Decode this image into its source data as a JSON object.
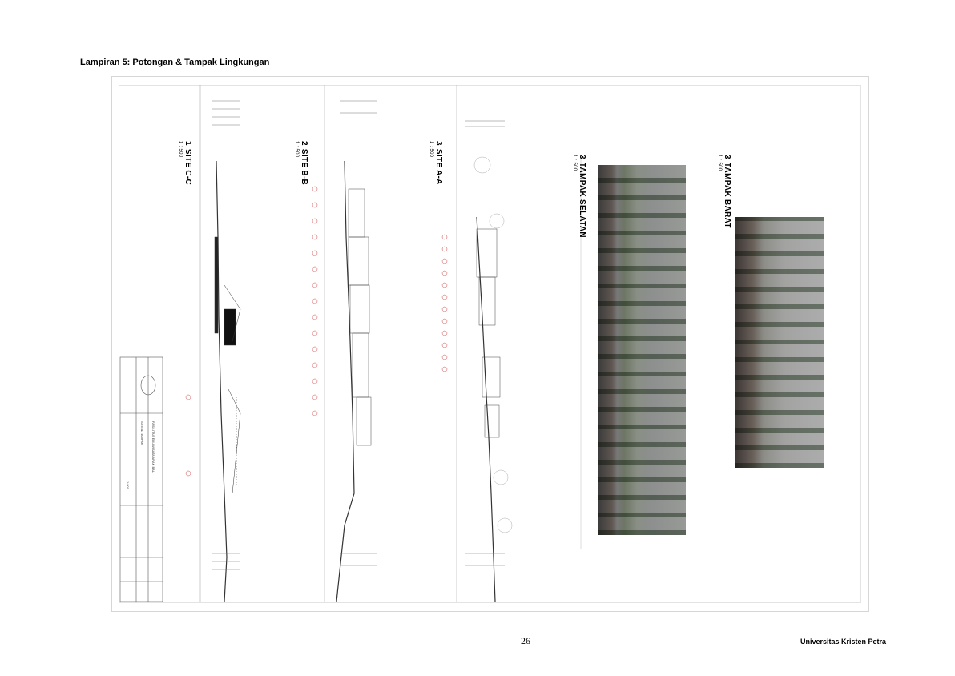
{
  "document": {
    "caption": "Lampiran 5: Potongan & Tampak Lingkungan",
    "page_number": "26",
    "institution": "Universitas Kristen Petra"
  },
  "drawing": {
    "views": [
      {
        "number": "1",
        "title": "SITE C-C",
        "scale": "1 : 500"
      },
      {
        "number": "2",
        "title": "SITE B-B",
        "scale": "1 : 500"
      },
      {
        "number": "3",
        "title": "SITE A-A",
        "scale": "1 : 500"
      },
      {
        "number": "3",
        "title": "TAMPAK SELATAN",
        "scale": "1 : 500"
      },
      {
        "number": "3",
        "title": "TAMPAK BARAT",
        "scale": "1 : 500"
      }
    ],
    "title_block": {
      "project": "FASILITAS EDUWISATA ARAK BALI",
      "sheet_title": "SITE & TAMPAK",
      "scale": "1:500"
    }
  }
}
